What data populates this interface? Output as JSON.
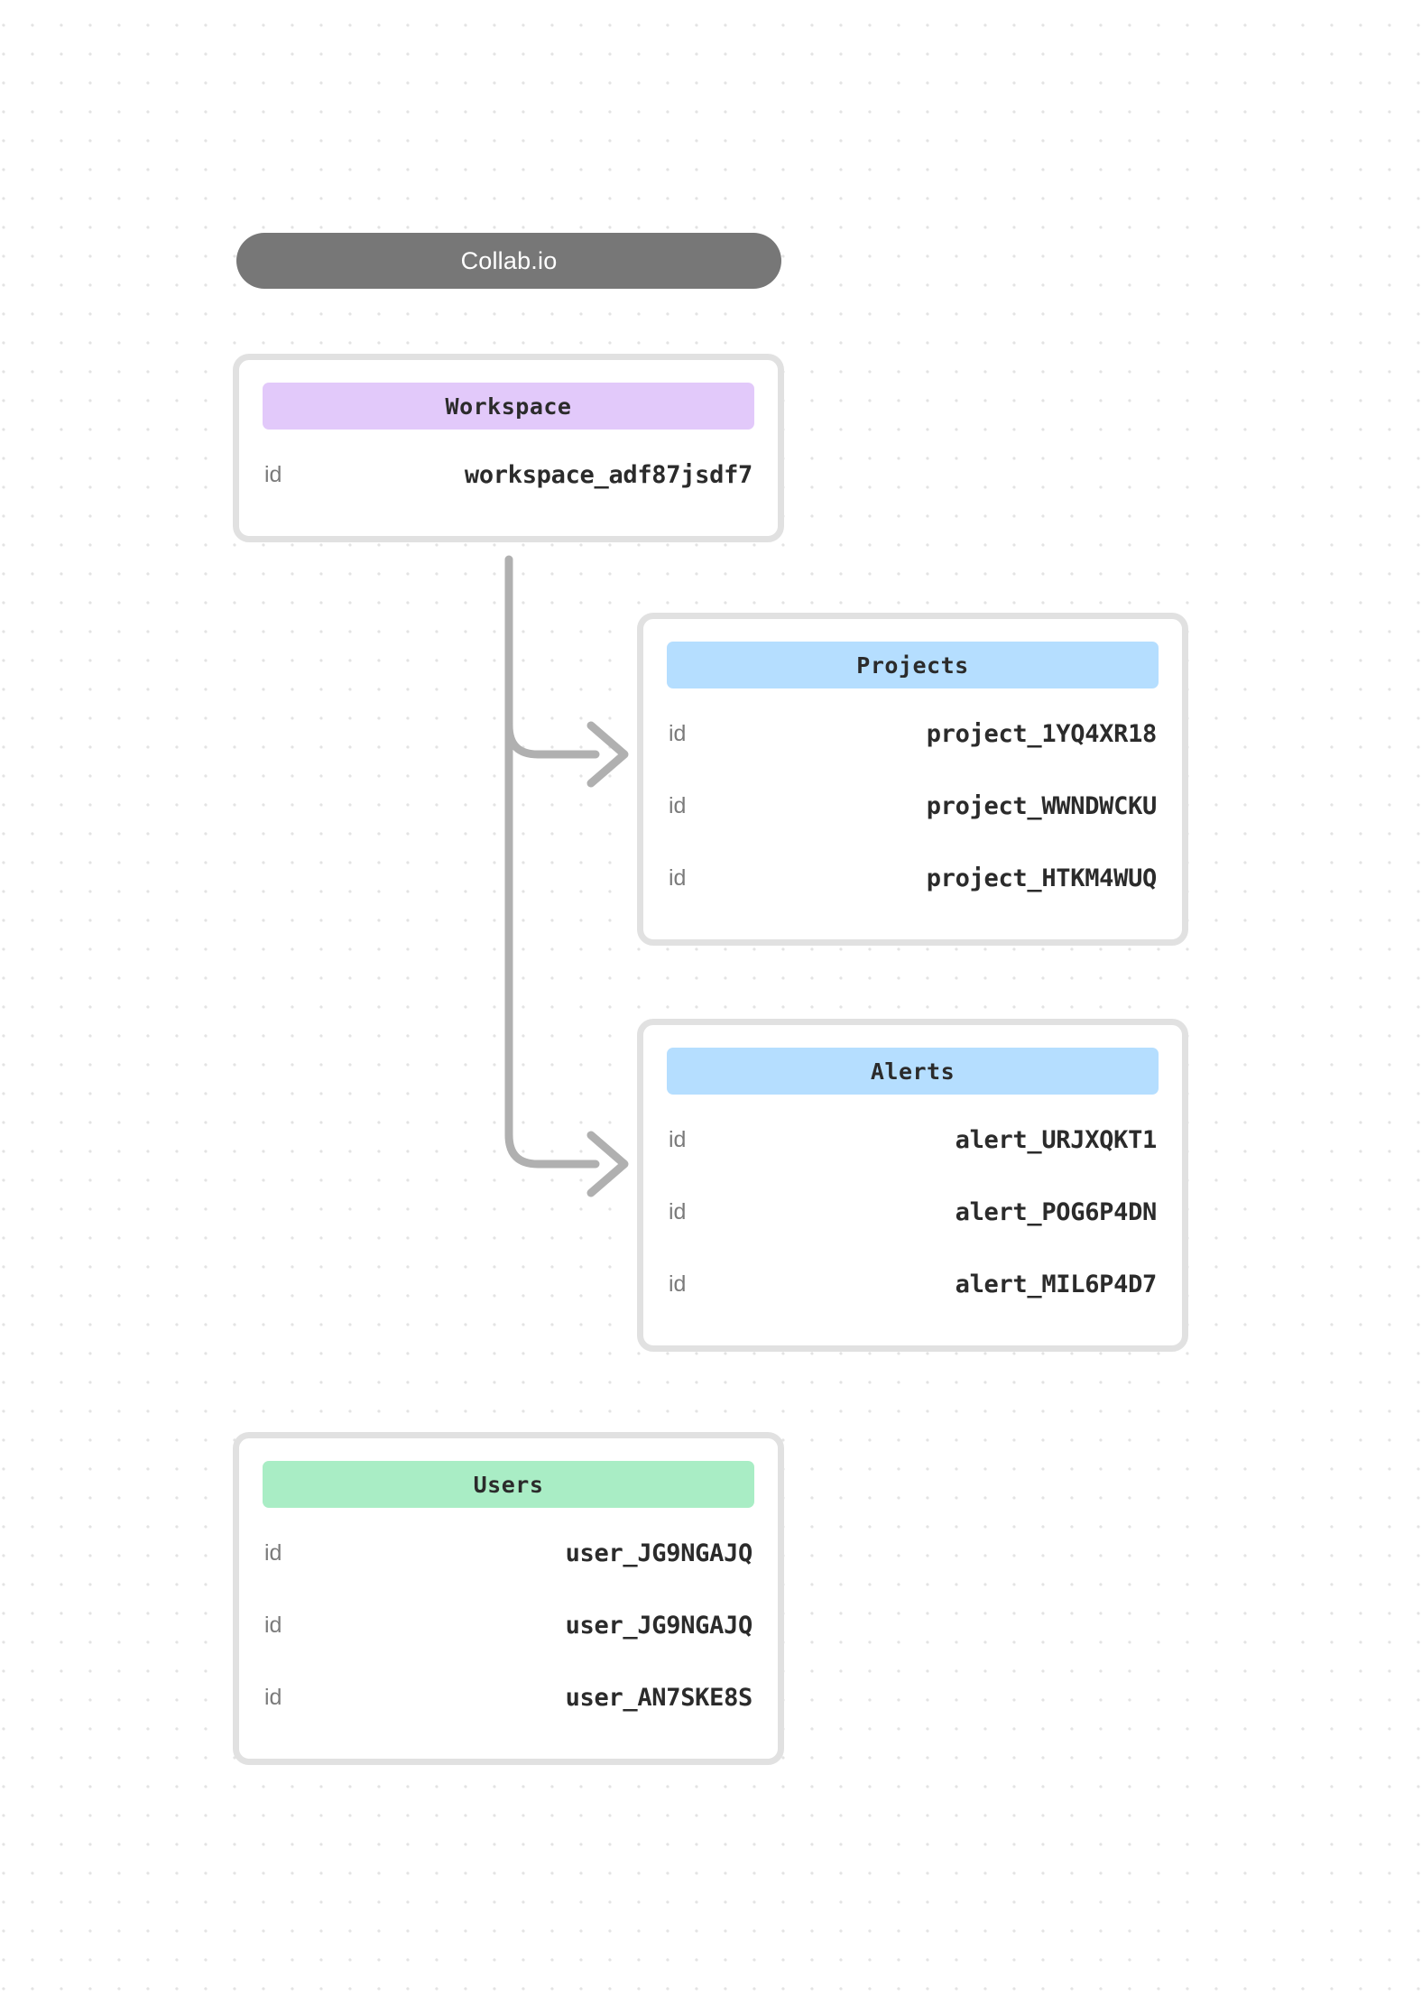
{
  "header": {
    "title": "Collab.io"
  },
  "row_key_label": "id",
  "entities": [
    {
      "name": "workspace",
      "title": "Workspace",
      "accent": "#e2c9fa",
      "rows": [
        {
          "key": "id",
          "value": "workspace_adf87jsdf7"
        }
      ]
    },
    {
      "name": "projects",
      "title": "Projects",
      "accent": "#b5deff",
      "rows": [
        {
          "key": "id",
          "value": "project_1YQ4XR18"
        },
        {
          "key": "id",
          "value": "project_WWNDWCKU"
        },
        {
          "key": "id",
          "value": "project_HTKM4WUQ"
        }
      ]
    },
    {
      "name": "alerts",
      "title": "Alerts",
      "accent": "#b5deff",
      "rows": [
        {
          "key": "id",
          "value": "alert_URJXQKT1"
        },
        {
          "key": "id",
          "value": "alert_POG6P4DN"
        },
        {
          "key": "id",
          "value": "alert_MIL6P4D7"
        }
      ]
    },
    {
      "name": "users",
      "title": "Users",
      "accent": "#a9edc5",
      "rows": [
        {
          "key": "id",
          "value": "user_JG9NGAJQ"
        },
        {
          "key": "id",
          "value": "user_JG9NGAJQ"
        },
        {
          "key": "id",
          "value": "user_AN7SKE8S"
        }
      ]
    }
  ],
  "connectors": [
    {
      "name": "workspace-to-projects",
      "from": "workspace",
      "to": "projects"
    },
    {
      "name": "workspace-to-alerts",
      "from": "workspace",
      "to": "alerts"
    }
  ],
  "colors": {
    "canvas_background": "#ffffff",
    "grid_dot": "#e3e3e3",
    "card_border": "#e1e1e1",
    "title_pill": "#777777",
    "title_pill_text": "#ffffff",
    "key_text": "#7b7b7b",
    "value_text": "#2b2b2b",
    "connector": "#b0b0b0"
  }
}
